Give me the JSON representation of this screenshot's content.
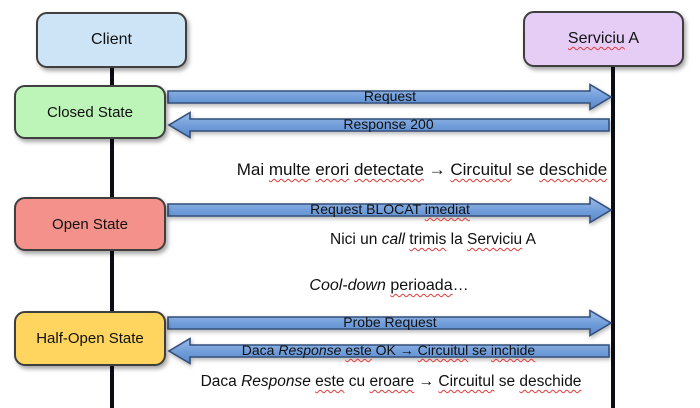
{
  "actors": {
    "client": {
      "label": "Client"
    },
    "service": {
      "parts": [
        {
          "text": "Serviciu",
          "misspelled": true
        },
        {
          "text": " A"
        }
      ]
    }
  },
  "states": {
    "closed": {
      "label": "Closed State"
    },
    "open": {
      "label": "Open State"
    },
    "half_open": {
      "label": "Half-Open State"
    }
  },
  "messages": {
    "request": {
      "direction": "right",
      "parts": [
        {
          "text": "Request"
        }
      ]
    },
    "response_200": {
      "direction": "left",
      "parts": [
        {
          "text": "Response 200"
        }
      ]
    },
    "request_blocked": {
      "direction": "right",
      "parts": [
        {
          "text": "Request BLOCAT "
        },
        {
          "text": "imediat",
          "misspelled": true
        }
      ]
    },
    "probe_request": {
      "direction": "right",
      "parts": [
        {
          "text": "Probe Request"
        }
      ]
    },
    "response_ok": {
      "direction": "left",
      "parts": [
        {
          "text": "Daca "
        },
        {
          "text": "Response",
          "italic": true
        },
        {
          "text": " "
        },
        {
          "text": "este",
          "misspelled": true
        },
        {
          "text": " OK → "
        },
        {
          "text": "Circuitul",
          "misspelled": true
        },
        {
          "text": " se "
        },
        {
          "text": "inchide",
          "misspelled": true
        }
      ]
    }
  },
  "notes": {
    "errors_detected": {
      "parts": [
        {
          "text": "Mai "
        },
        {
          "text": "multe",
          "misspelled": true
        },
        {
          "text": " "
        },
        {
          "text": "erori",
          "misspelled": true
        },
        {
          "text": " "
        },
        {
          "text": "detectate",
          "misspelled": true
        },
        {
          "text": " → "
        },
        {
          "text": "Circuitul",
          "misspelled": true
        },
        {
          "text": " se "
        },
        {
          "text": "deschide",
          "misspelled": true
        }
      ]
    },
    "no_call": {
      "parts": [
        {
          "text": "Nici un "
        },
        {
          "text": "call",
          "italic": true
        },
        {
          "text": " "
        },
        {
          "text": "trimis",
          "misspelled": true
        },
        {
          "text": " la "
        },
        {
          "text": "Serviciu",
          "misspelled": true
        },
        {
          "text": " A"
        }
      ]
    },
    "cooldown": {
      "parts": [
        {
          "text": "Cool-down",
          "italic": true
        },
        {
          "text": " "
        },
        {
          "text": "perioada",
          "misspelled": true
        },
        {
          "text": "…"
        }
      ]
    },
    "response_error": {
      "parts": [
        {
          "text": "Daca "
        },
        {
          "text": "Response",
          "italic": true
        },
        {
          "text": " "
        },
        {
          "text": "este",
          "misspelled": true
        },
        {
          "text": " cu "
        },
        {
          "text": "eroare",
          "misspelled": true
        },
        {
          "text": " → "
        },
        {
          "text": "Circuitul",
          "misspelled": true
        },
        {
          "text": " se "
        },
        {
          "text": "deschide",
          "misspelled": true
        }
      ]
    }
  },
  "palette": {
    "client_fill": "#cde4f7",
    "service_fill": "#e6cdf6",
    "closed_fill": "#bdf4b7",
    "open_fill": "#f4918b",
    "half_open_fill": "#ffd55f",
    "arrow_fill": "#6d9ad8",
    "arrow_border": "#33507c",
    "lifeline_color": "#0c0c14",
    "misspell_underline": "#e03a3a"
  }
}
